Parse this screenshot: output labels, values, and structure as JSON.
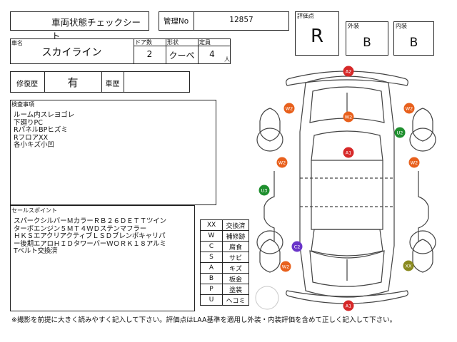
{
  "header": {
    "title": "車両状態チェックシート",
    "mgmt_label": "管理No",
    "mgmt_value": "12857"
  },
  "grade": {
    "eval_label": "評価点",
    "eval_value": "R",
    "exterior_label": "外装",
    "exterior_value": "B",
    "interior_label": "内装",
    "interior_value": "B"
  },
  "vehicle": {
    "name_label": "車名",
    "name_value": "スカイライン",
    "doors_label": "ドア数",
    "doors_value": "2",
    "shape_label": "形状",
    "shape_value": "クーペ",
    "capacity_label": "定員",
    "capacity_value": "4",
    "capacity_unit": "人"
  },
  "history": {
    "repair_label": "修復歴",
    "repair_value": "有",
    "vehicle_history_label": "車歴"
  },
  "inspection": {
    "label": "検査事項",
    "lines": "ルーム内スレヨゴレ\n下廻りPC\nRパネルBPヒズミ\nRフロアXX\n各小キズ小凹"
  },
  "selling_points": {
    "label": "セールスポイント",
    "text": "スパークシルバーＭカラーＲＢ２６ＤＥＴＴツイン\nターボエンジン５ＭＴ４ＷＤステンマフラー\nＨＫＳエアクリアクティブＬＳＤブレンボキャリパ\nー後期エアロＨＩＤタワーバーＷＯＲＫ１８アルミ\nTベルト交換済"
  },
  "legend": [
    {
      "code": "XX",
      "desc": "交換済"
    },
    {
      "code": "W",
      "desc": "補修跡"
    },
    {
      "code": "C",
      "desc": "腐食"
    },
    {
      "code": "S",
      "desc": "サビ"
    },
    {
      "code": "A",
      "desc": "キズ"
    },
    {
      "code": "B",
      "desc": "板金"
    },
    {
      "code": "P",
      "desc": "塗装"
    },
    {
      "code": "U",
      "desc": "ヘコミ"
    }
  ],
  "damage_marks": [
    {
      "text": "A2",
      "color": "#d62828"
    },
    {
      "text": "W2",
      "color": "#e8601c"
    },
    {
      "text": "W2",
      "color": "#e8601c"
    },
    {
      "text": "W2",
      "color": "#e8601c"
    },
    {
      "text": "U2",
      "color": "#1f8f2e"
    },
    {
      "text": "A1",
      "color": "#d62828"
    },
    {
      "text": "W2",
      "color": "#e8601c"
    },
    {
      "text": "W2",
      "color": "#e8601c"
    },
    {
      "text": "U3",
      "color": "#1f8f2e"
    },
    {
      "text": "C2",
      "color": "#6a35c9"
    },
    {
      "text": "W2",
      "color": "#e8601c"
    },
    {
      "text": "XX",
      "color": "#8a8a1f"
    },
    {
      "text": "A1",
      "color": "#d62828"
    }
  ],
  "footer": "※撮影を前提に大きく読みやすく記入して下さい。評価点はLAA基準を適用し外装・内装評価を含めて正しく記入して下さい。",
  "logo_color": "#1a4fa8"
}
